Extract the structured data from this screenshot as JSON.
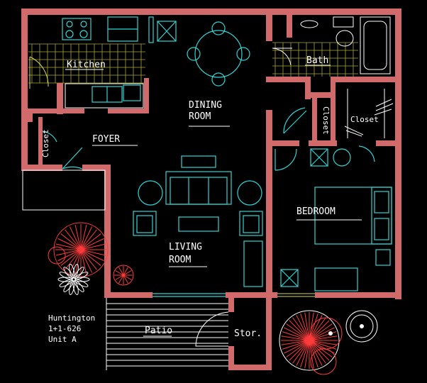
{
  "rooms": {
    "kitchen": "Kitchen",
    "bath": "Bath",
    "dining_line1": "DINING",
    "dining_line2": "ROOM",
    "foyer": "FOYER",
    "closet_left": "Closet",
    "closet_middle": "Closet",
    "closet_right": "Closet",
    "living_line1": "LIVING",
    "living_line2": "ROOM",
    "bedroom": "BEDROOM",
    "patio": "Patio",
    "storage": "Stor."
  },
  "unit_info": {
    "name": "Huntington",
    "plan": "1+1-626",
    "unit": "Unit A"
  },
  "colors": {
    "wall": "#d16a6a",
    "furniture": "#2fd6d6",
    "tile_grid": "#a8a830",
    "plants": "#ff3b3b",
    "background": "#000000"
  }
}
